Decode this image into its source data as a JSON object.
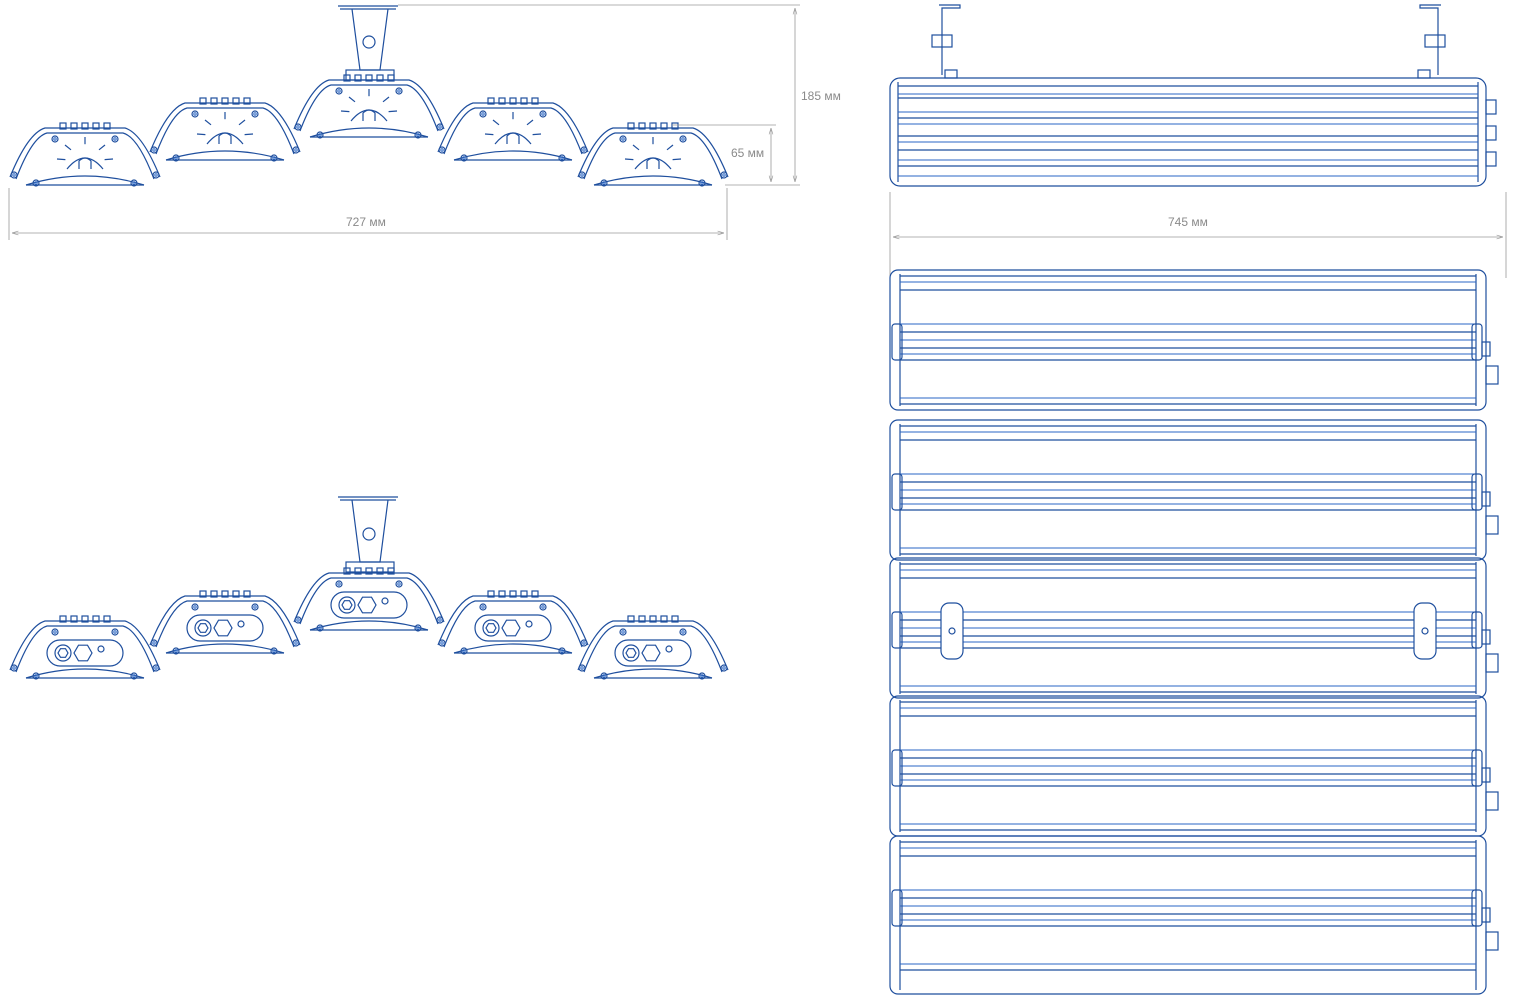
{
  "dimensions": {
    "height_total": "185 мм",
    "module_height": "65 мм",
    "width_front": "727 мм",
    "length_top": "745 мм"
  },
  "colors": {
    "line": "#1f4f9e",
    "line_light": "#2a66c4",
    "dimension": "#9a9a9a"
  }
}
